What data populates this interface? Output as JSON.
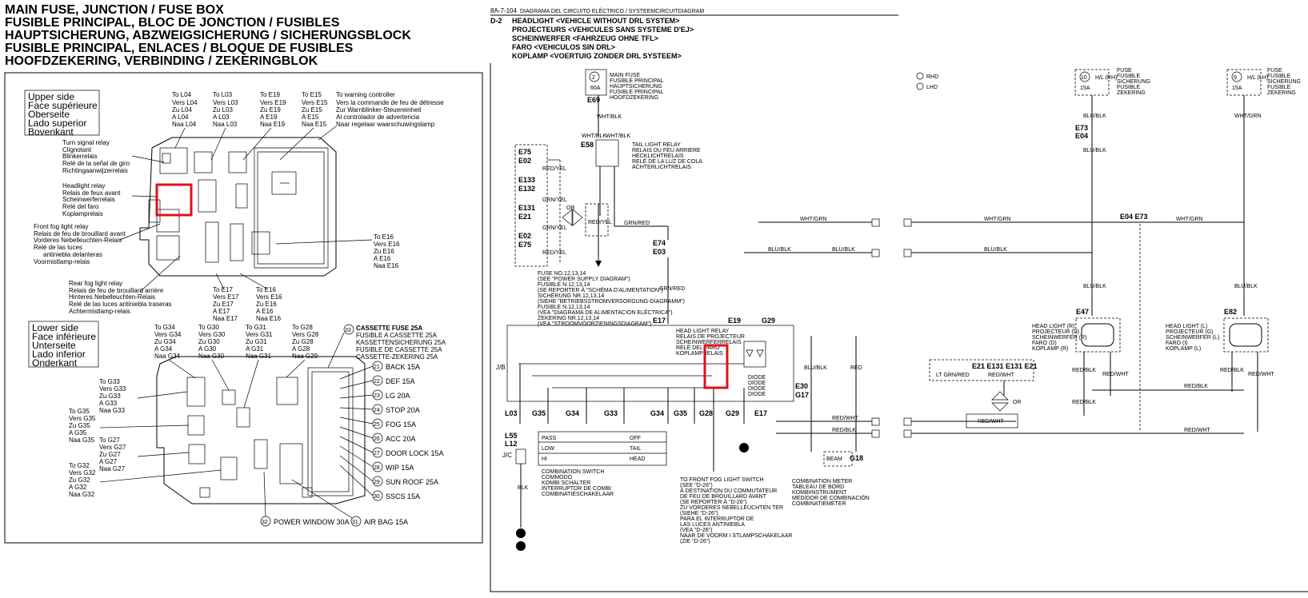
{
  "left_title": [
    "MAIN FUSE, JUNCTION / FUSE BOX",
    "FUSIBLE PRINCIPAL, BLOC DE JONCTION / FUSIBLES",
    "HAUPTSICHERUNG, ABZWEIGSICHERUNG / SICHERUNGSBLOCK",
    "FUSIBLE PRINCIPAL, ENLACES / BLOQUE DE FUSIBLES",
    "HOOFDZEKERING, VERBINDING / ZEKERINGBLOK"
  ],
  "upper_side": [
    "Upper side",
    "Face supérieure",
    "Oberseite",
    "Lado superior",
    "Bovenkant"
  ],
  "lower_side": [
    "Lower side",
    "Face inférieure",
    "Unterseite",
    "Lado inferior",
    "Onderkant"
  ],
  "upper_to": [
    [
      "To L04",
      "Vers L04",
      "Zu L04",
      "A L04",
      "Naa L04"
    ],
    [
      "To L03",
      "Vers L03",
      "Zu L03",
      "A L03",
      "Naa L03"
    ],
    [
      "To E19",
      "Vers E19",
      "Zu E19",
      "A E19",
      "Naa E19"
    ],
    [
      "To E15",
      "Vers E15",
      "Zu E15",
      "A E15",
      "Naa E15"
    ]
  ],
  "warning_controller": [
    "To warning controller",
    "Vers la commande de feu de détresse",
    "Zur Warnblinker-Steuereinheit",
    "Al controlador de advertencia",
    "Naar regelaar waarschuwingslamp"
  ],
  "turn_signal_relay": [
    "Turn signal relay",
    "Clignotant",
    "Blinkerrelais",
    "Relé de la señal de giro",
    "Richtingaanwijzerrelais"
  ],
  "headlight_relay": [
    "Headlight relay",
    "Relais de feux avant",
    "Scheinwerferrelais",
    "Relé del faro",
    "Koplamprelais"
  ],
  "front_fog_relay": [
    "Front fog light relay",
    "Relais de feu de brouillard avant",
    "Vorderes Nebelleuchten-Relais",
    "Relé de las luces",
    "antiniebla delanteras",
    "Voormistlamp-relais"
  ],
  "rear_fog_relay": [
    "Rear fog light relay",
    "Relais de feu de brouillard arrière",
    "Hinteres Nebelleuchten-Relais",
    "Relé de las luces antiniebla traseras",
    "Achtermistlamp-relais"
  ],
  "to_e16_right": [
    "To E16",
    "Vers E16",
    "Zu E16",
    "A E16",
    "Naa E16"
  ],
  "to_e17": [
    "To E17",
    "Vers E17",
    "Zu E17",
    "A E17",
    "Naa E17"
  ],
  "to_e16_bottom": [
    "To E16",
    "Vers E16",
    "Zu E16",
    "A E16",
    "Naa E16"
  ],
  "lower_to": [
    [
      "To G34",
      "Vers G34",
      "Zu G34",
      "A G34",
      "Naa G34"
    ],
    [
      "To G30",
      "Vers G30",
      "Zu G30",
      "A G30",
      "Naa G30"
    ],
    [
      "To G31",
      "Vers G31",
      "Zu G31",
      "A G31",
      "Naa G31"
    ],
    [
      "To G28",
      "Vers G28",
      "Zu G28",
      "A G28",
      "Naa G29"
    ]
  ],
  "lower_left_to": [
    [
      "To G33",
      "Vers G33",
      "Zu G33",
      "A G33",
      "Naa G33"
    ],
    [
      "To G35",
      "Vers G35",
      "Zu G35",
      "A G35",
      "Naa G35"
    ],
    [
      "To G27",
      "Vers G27",
      "Zu G27",
      "A G27",
      "Naa G27"
    ],
    [
      "To G32",
      "Vers G32",
      "Zu G32",
      "A G32",
      "Naa G32"
    ]
  ],
  "cassette": {
    "num": "33",
    "lines": [
      "CASSETTE FUSE 25A",
      "FUSIBLE A CASSETTE 25A",
      "KASSETTENSICHERUNG 25A",
      "FUSIBLE DE CASSETTE 25A",
      "CASSETTE-ZEKERING 25A"
    ]
  },
  "fuses": [
    {
      "num": "21",
      "label": "BACK 15A"
    },
    {
      "num": "22",
      "label": "DEF 15A"
    },
    {
      "num": "23",
      "label": "LG 20A"
    },
    {
      "num": "24",
      "label": "STOP 20A"
    },
    {
      "num": "25",
      "label": "FOG 15A"
    },
    {
      "num": "26",
      "label": "ACC 20A"
    },
    {
      "num": "27",
      "label": "DOOR LOCK 15A"
    },
    {
      "num": "28",
      "label": "WIP 15A"
    },
    {
      "num": "29",
      "label": "SUN ROOF 25A"
    },
    {
      "num": "30",
      "label": "SSCS 15A"
    }
  ],
  "power_window": {
    "num": "32",
    "label": "POWER WINDOW 30A"
  },
  "air_bag": {
    "num": "31",
    "label": "AIR BAG 15A"
  },
  "right_header": {
    "page": "8A-7-104",
    "page_sub": "DIAGRAMA DEL CIRCUITO ELÉCTRICO / SYSTEEMCIRCUITDIAGRAM",
    "code": "D-2",
    "lines": [
      "HEADLIGHT <VEHICLE WITHOUT DRL SYSTEM>",
      "PROJECTEURS <VEHICULES SANS SYSTEME D'EJ>",
      "SCHEINWERFER <FAHRZEUG OHNE TFL>",
      "FARO <VEHICULOS SIN DRL>",
      "KOPLAMP <VOERTUIG ZONDER DRL SYSTEEM>"
    ]
  },
  "main_fuse": {
    "num": "2",
    "amp": "60A",
    "lines": [
      "MAIN FUSE",
      "FUSIBLE PRINCIPAL",
      "HAUPTSICHERUNG",
      "FUSIBLE PRINCIPAL",
      "HOOFDZEKERING"
    ],
    "conn": "E69"
  },
  "tail_relay": {
    "conn": "E58",
    "lines": [
      "TAIL LIGHT RELAY",
      "RELAIS DU FEU ARRIERE",
      "HECKLICHTRELAIS",
      "RELÉ DE LA LUZ DE COLA",
      "ACHTERLICHTRELAIS"
    ]
  },
  "fuse_note": [
    "FUSE NO.12,13,14",
    "(SEE \"POWER SUPPLY DIAGRAM\")",
    "FUSIBLE N.12,13,14",
    "(SE REPORTER À \"SCHÉMA D'ALIMENTATION\")",
    "SICHERUNG NR.12,13,14",
    "(SIEHE \"BETRIEBSSTROMVERSORGUNG-DIAGRAMM\")",
    "FUSIBLE N.12,13,14",
    "(VEA \"DIAGRAMA DE ALIMENTACIÓN ELÉCTRICA\")",
    "ZEKERING NR.12,13,14",
    "(VEA \"STROOMVOORZIENINGSDIAGRAM\")"
  ],
  "headlight_relay_r": [
    "HEAD LIGHT RELAY",
    "RELAIS DE PROJECTEUR",
    "SCHEINWERFERRELAIS",
    "RELÉ DEL FARO",
    "KOPLAMPRELAIS"
  ],
  "fuse_r": {
    "num": "10",
    "amp": "15A",
    "hl": "H/L (RH)",
    "lines": [
      "FUSE",
      "FUSIBLE",
      "SICHERUNG",
      "FUSIBLE",
      "ZEKERING"
    ]
  },
  "fuse_l": {
    "num": "9",
    "amp": "15A",
    "hl": "H/L (LH)",
    "lines": [
      "FUSE",
      "FUSIBLE",
      "SICHERUNG",
      "FUSIBLE",
      "ZEKERING"
    ]
  },
  "rhd_lhd": [
    "RHD",
    "LHD"
  ],
  "headlight_r": [
    "HEAD LIGHT (R)",
    "PROJECTEUR (D)",
    "SCHEINWERFER (R)",
    "FARO (D)",
    "KOPLAMP (R)"
  ],
  "headlight_l": [
    "HEAD LIGHT (L)",
    "PROJECTEUR (G)",
    "SCHEINWERFER (L)",
    "FARO (I)",
    "KOPLAMP (L)"
  ],
  "combo_switch": [
    "COMBINATION SWITCH",
    "COMMODO",
    "KOMBI SCHALTER",
    "INTERRUPTOR DE COMBI",
    "COMBINATIESCHAKELAAR"
  ],
  "front_fog_switch": [
    "TO FRONT FOG LIGHT SWITCH",
    "(SEE \"D-26\")",
    "À DESTINATION DU COMMUTATEUR",
    "DE FEU DE BROUILLARD AVANT",
    "(SE REPORTER À \"D-26\")",
    "ZU VORDERES NEBELLEUCHTEN TER",
    "(SIEHE \"D-26\")",
    "PARA EL INTERRUPTOR DE",
    "LAS LUCES ANTINIEBLA",
    "(VEA \"D-26\")",
    "NAAR DE VOORM I STLAMPSCHAKELAAR",
    "(ZIE \"D-26\")"
  ],
  "combo_meter": [
    "COMBINATION METER",
    "TABLEAU DE BORD",
    "KOMBIINSTRUMENT",
    "MEDIDOR DE COMBINACIÓN",
    "COMBINATIEMETER"
  ],
  "switch_rows": [
    "PASS",
    "LOW",
    "HI"
  ],
  "switch_rows2": [
    "OFF",
    "TAIL",
    "HEAD"
  ],
  "wires": {
    "wht_blk": "WHT/BLK",
    "red_yel": "RED/YEL",
    "grn_yel": "GRN/YEL",
    "grn_red": "GRN/RED",
    "blu_blk": "BLU/BLK",
    "wht_grn": "WHT/GRN",
    "red_blk": "RED/BLK",
    "red_wht": "RED/WHT",
    "blk": "BLK",
    "grn": "GRN",
    "red": "RED",
    "lt_grn_red": "LT GRN/RED",
    "or": "OR",
    "diode": "DIODE",
    "jb": "J/B",
    "jc": "J/C",
    "beam": "BEAM"
  },
  "connectors": {
    "e75": "E75",
    "e02": "E02",
    "e133": "E133",
    "e132": "E132",
    "e131": "E131",
    "e21": "E21",
    "e74": "E74",
    "e03": "E03",
    "e17": "E17",
    "e19": "E19",
    "g29": "G29",
    "l03": "L03",
    "g35": "G35",
    "g34": "G34",
    "g33": "G33",
    "g28": "G28",
    "e30": "E30",
    "g17": "G17",
    "g18": "G18",
    "l55": "L55",
    "l12": "L12",
    "e73": "E73",
    "e04": "E04",
    "e47": "E47",
    "e82": "E82",
    "e21_row": "E21 E131 E131 E21",
    "e04_e73": "E04 E73"
  }
}
